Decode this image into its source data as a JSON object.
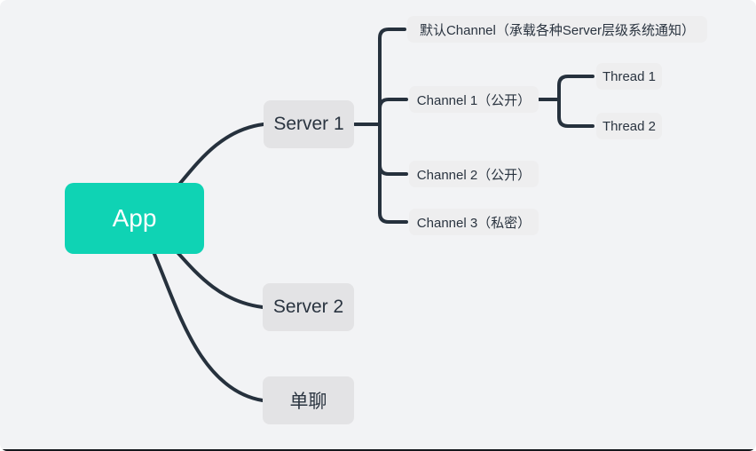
{
  "colors": {
    "canvas_bg": "#f2f3f5",
    "connector": "#26313d",
    "root_bg": "#0fd3b4",
    "root_text": "#ffffff",
    "branch_bg": "#e3e3e5",
    "leaf_bg": "#eeeeef",
    "label_text": "#2a3440",
    "bottom_edge": "#14181c"
  },
  "mindmap": {
    "root": {
      "label": "App",
      "children": [
        {
          "label": "Server 1",
          "children": [
            {
              "label": "默认Channel（承载各种Server层级系统通知）"
            },
            {
              "label": "Channel 1（公开）",
              "children": [
                {
                  "label": "Thread 1"
                },
                {
                  "label": "Thread 2"
                }
              ]
            },
            {
              "label": "Channel 2（公开）"
            },
            {
              "label": "Channel 3（私密）"
            }
          ]
        },
        {
          "label": "Server 2"
        },
        {
          "label": "单聊"
        }
      ]
    }
  }
}
